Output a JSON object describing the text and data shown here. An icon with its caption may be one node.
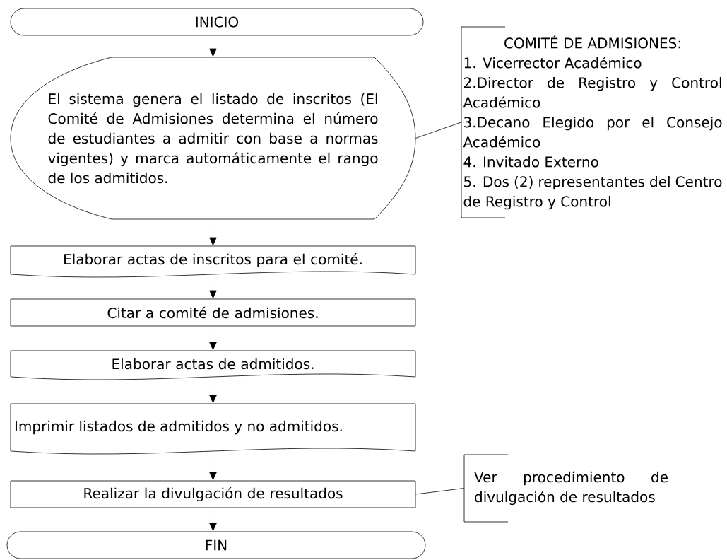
{
  "diagram": {
    "nodes": [
      {
        "text": [
          "INICIO"
        ]
      },
      {
        "text": [
          "El sistema genera el listado de inscritos (El Comité de Admisiones determina el número de estudiantes a admitir con base a normas vigentes) y marca automáticamente el rango de los admitidos."
        ]
      },
      {
        "text": [
          "Elaborar actas de inscritos para el comité."
        ]
      },
      {
        "text": [
          "Citar a comité de admisiones."
        ]
      },
      {
        "text": [
          "Elaborar actas de admitidos."
        ]
      },
      {
        "text": [
          "Imprimir listados de admitidos y no admitidos."
        ]
      },
      {
        "text": [
          "Realizar la divulgación de resultados"
        ]
      },
      {
        "text": [
          "FIN"
        ]
      },
      {
        "text": [
          "COMITÉ DE ADMISIONES:",
          "1. Vicerrector Académico",
          "2.Director de Registro y Control Académico",
          "3.Decano Elegido por el Consejo Académico",
          "4. Invitado Externo",
          "5. Dos (2) representantes del Centro de Registro y Control"
        ]
      },
      {
        "text": [
          "Ver procedimiento de divulgación de resultados"
        ]
      }
    ],
    "edges": [
      {
        "from": 0,
        "to": 1,
        "arrow": "to"
      },
      {
        "from": 1,
        "to": 2,
        "arrow": "to"
      },
      {
        "from": 2,
        "to": 3,
        "arrow": "to"
      },
      {
        "from": 3,
        "to": 4,
        "arrow": "to"
      },
      {
        "from": 4,
        "to": 5,
        "arrow": "to"
      },
      {
        "from": 5,
        "to": 6,
        "arrow": "to"
      },
      {
        "from": 6,
        "to": 7,
        "arrow": "to"
      },
      {
        "from": 1,
        "to": 8,
        "arrow": "none"
      },
      {
        "from": 6,
        "to": 9,
        "arrow": "none"
      }
    ]
  }
}
